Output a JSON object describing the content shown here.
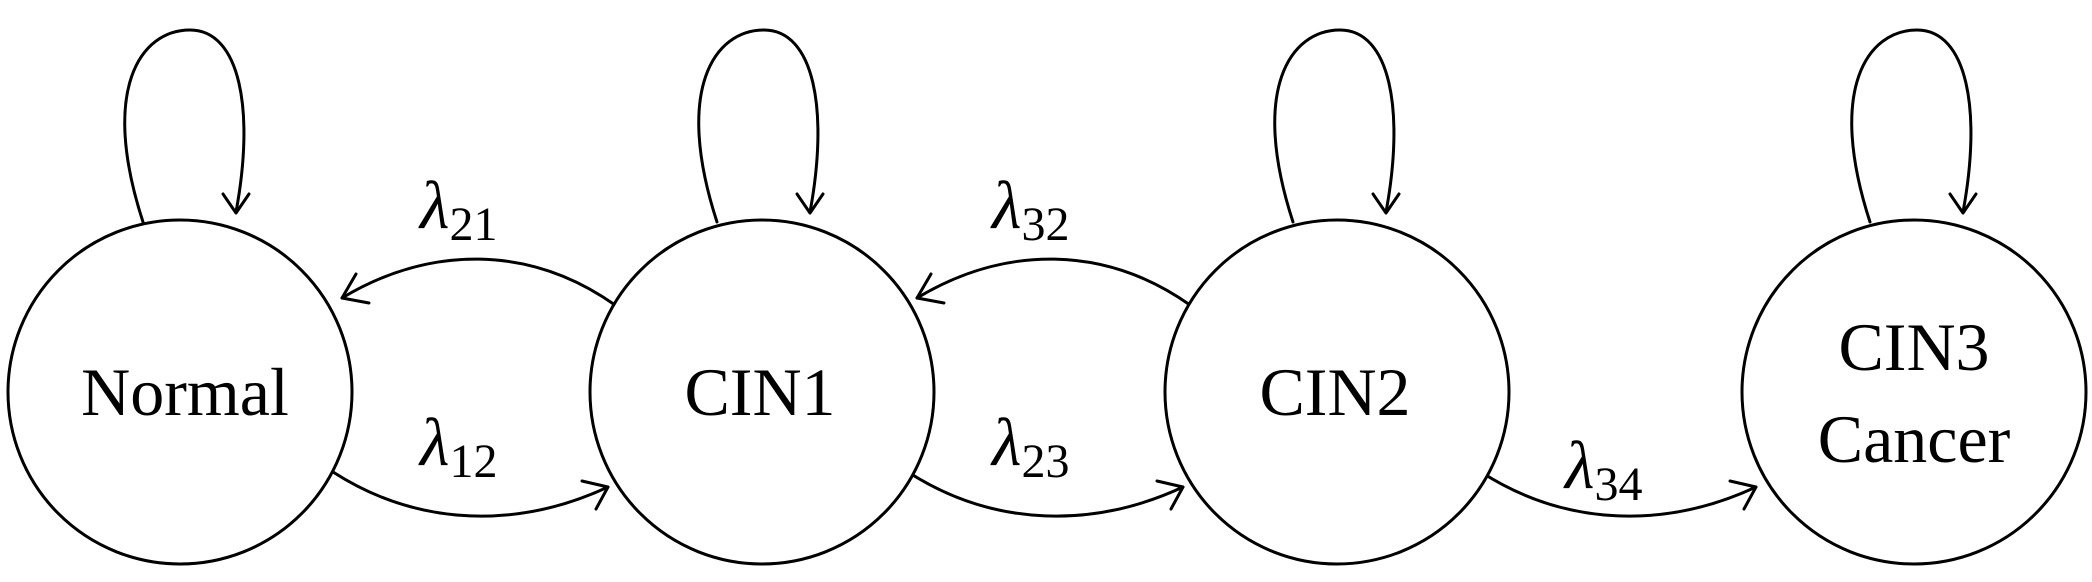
{
  "diagram": {
    "states": [
      {
        "id": "normal",
        "lines": [
          "Normal"
        ]
      },
      {
        "id": "cin1",
        "lines": [
          "CIN1"
        ]
      },
      {
        "id": "cin2",
        "lines": [
          "CIN2"
        ]
      },
      {
        "id": "cin3",
        "lines": [
          "CIN3",
          "Cancer"
        ]
      }
    ],
    "transitions": [
      {
        "from": "cin1",
        "to": "normal",
        "symbol": "λ",
        "subscript": "21"
      },
      {
        "from": "normal",
        "to": "cin1",
        "symbol": "λ",
        "subscript": "12"
      },
      {
        "from": "cin2",
        "to": "cin1",
        "symbol": "λ",
        "subscript": "32"
      },
      {
        "from": "cin1",
        "to": "cin2",
        "symbol": "λ",
        "subscript": "23"
      },
      {
        "from": "cin2",
        "to": "cin3",
        "symbol": "λ",
        "subscript": "34"
      }
    ],
    "self_loops": [
      "normal",
      "cin1",
      "cin2",
      "cin3"
    ]
  }
}
